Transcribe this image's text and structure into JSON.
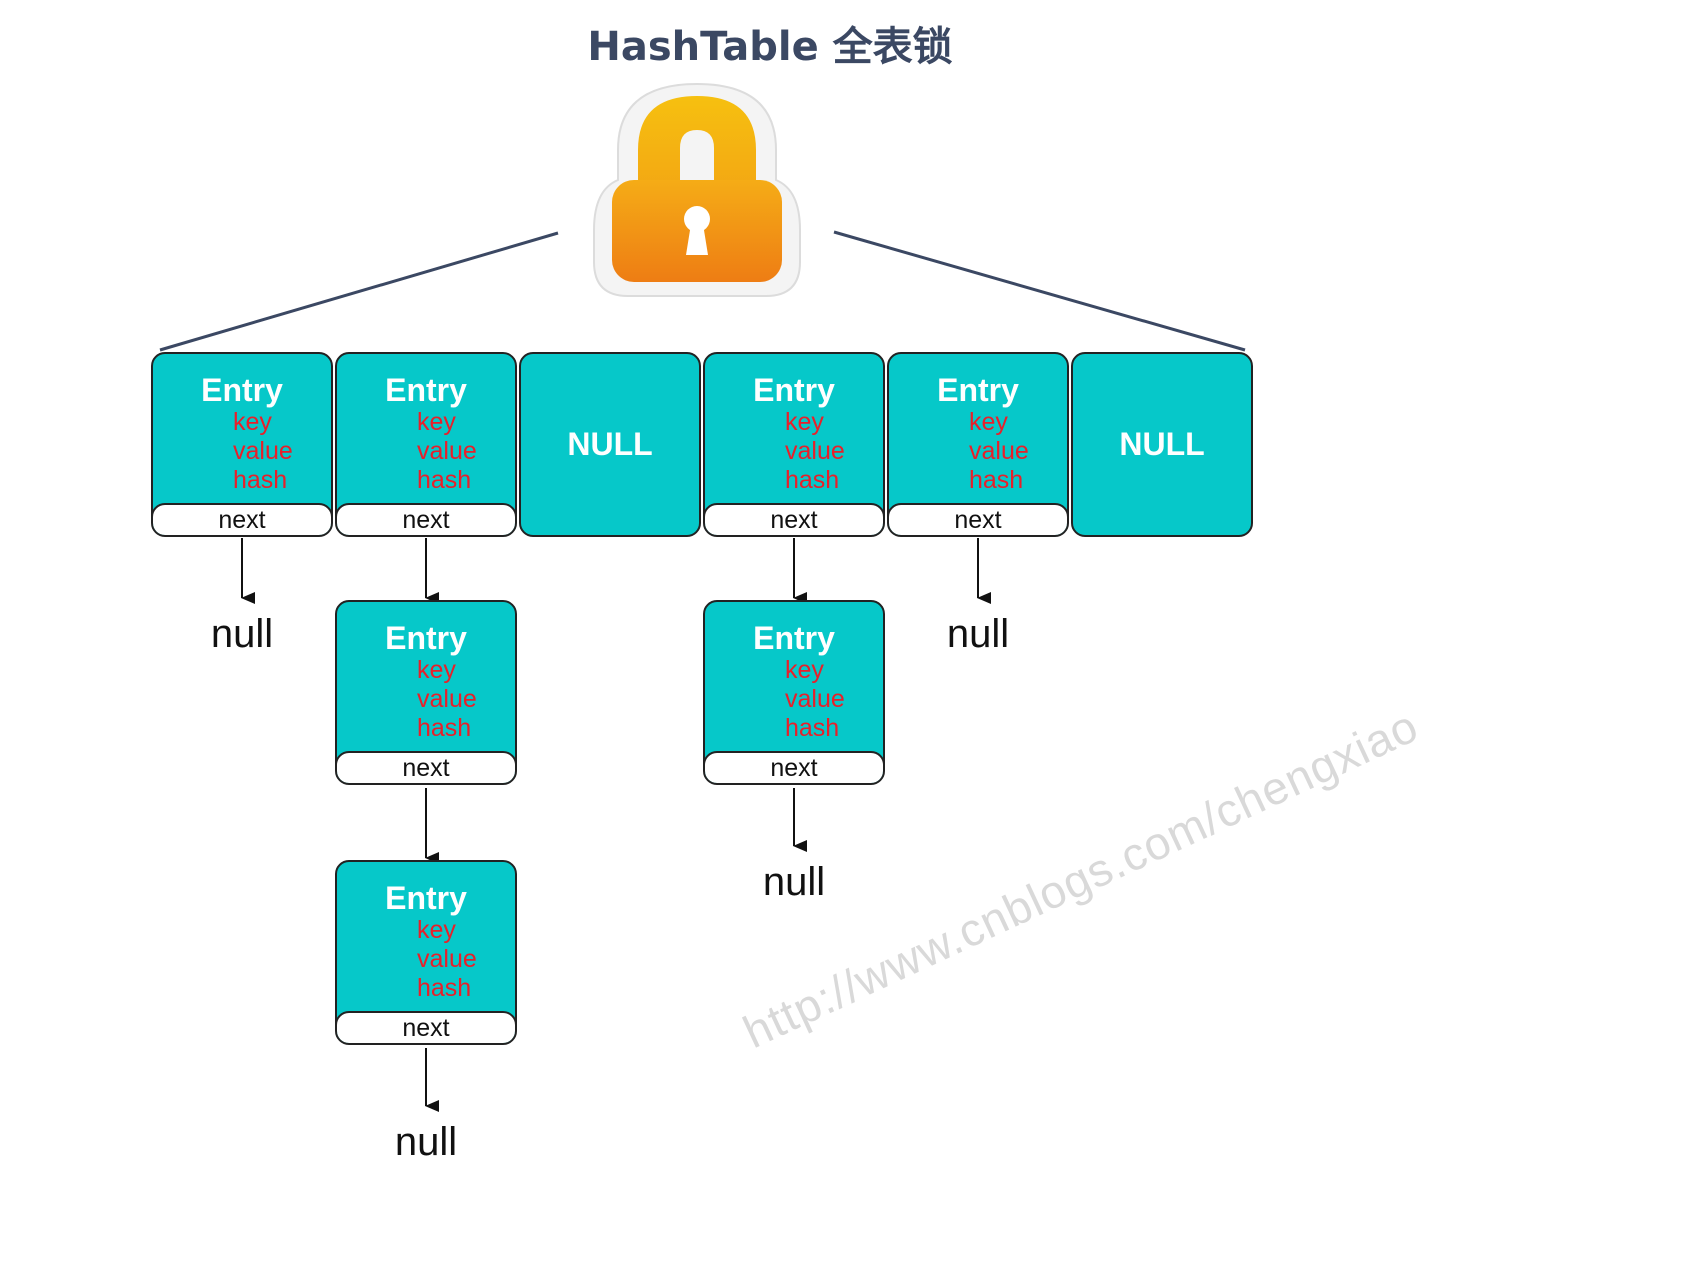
{
  "title": "HashTable 全表锁",
  "watermark": "http://www.cnblogs.com/chengxiao",
  "colors": {
    "cell_fill": "#06c8c9",
    "field_text": "#e8202a",
    "line": "#3b4863",
    "lock_body": "#f29a12",
    "lock_shackle": "#f6b712"
  },
  "lock_icon": "padlock-icon",
  "entry": {
    "title": "Entry",
    "key": "key",
    "value": "value",
    "hash": "hash",
    "next": "next"
  },
  "null_bucket": "NULL",
  "null_terminal": "null"
}
